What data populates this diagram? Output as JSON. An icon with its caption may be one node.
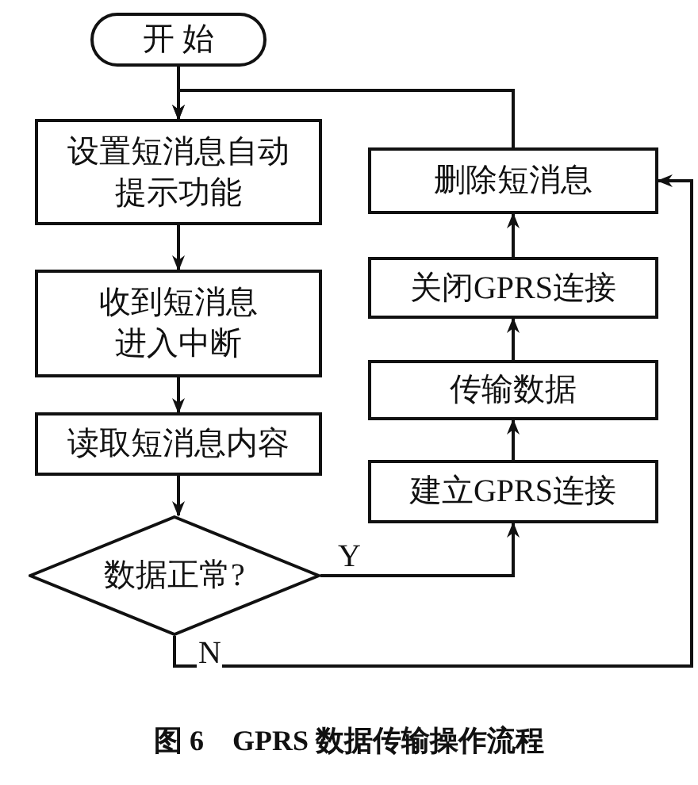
{
  "diagram": {
    "caption": "图 6　GPRS 数据传输操作流程",
    "nodes": [
      {
        "text": [
          "开 始"
        ]
      },
      {
        "text": [
          "设置短消息自动提示功能"
        ]
      },
      {
        "text": [
          "收到短消息进入中断"
        ]
      },
      {
        "text": [
          "读取短消息内容"
        ]
      },
      {
        "text": [
          "数据正常?"
        ]
      },
      {
        "text": [
          "删除短消息"
        ]
      },
      {
        "text": [
          "关闭GPRS连接"
        ]
      },
      {
        "text": [
          "传输数据"
        ]
      },
      {
        "text": [
          "建立GPRS连接"
        ]
      }
    ],
    "edges": [
      {
        "from": 0,
        "to": 1,
        "arrow": "to"
      },
      {
        "from": 1,
        "to": 2,
        "arrow": "to"
      },
      {
        "from": 2,
        "to": 3,
        "arrow": "to"
      },
      {
        "from": 3,
        "to": 4,
        "arrow": "to"
      },
      {
        "from": 4,
        "to": 8,
        "arrow": "to",
        "label": "Y"
      },
      {
        "from": 8,
        "to": 7,
        "arrow": "to"
      },
      {
        "from": 7,
        "to": 6,
        "arrow": "to"
      },
      {
        "from": 6,
        "to": 5,
        "arrow": "to"
      },
      {
        "from": 5,
        "to": 1,
        "arrow": "to"
      },
      {
        "from": 4,
        "to": 5,
        "arrow": "to",
        "label": "N"
      }
    ]
  }
}
